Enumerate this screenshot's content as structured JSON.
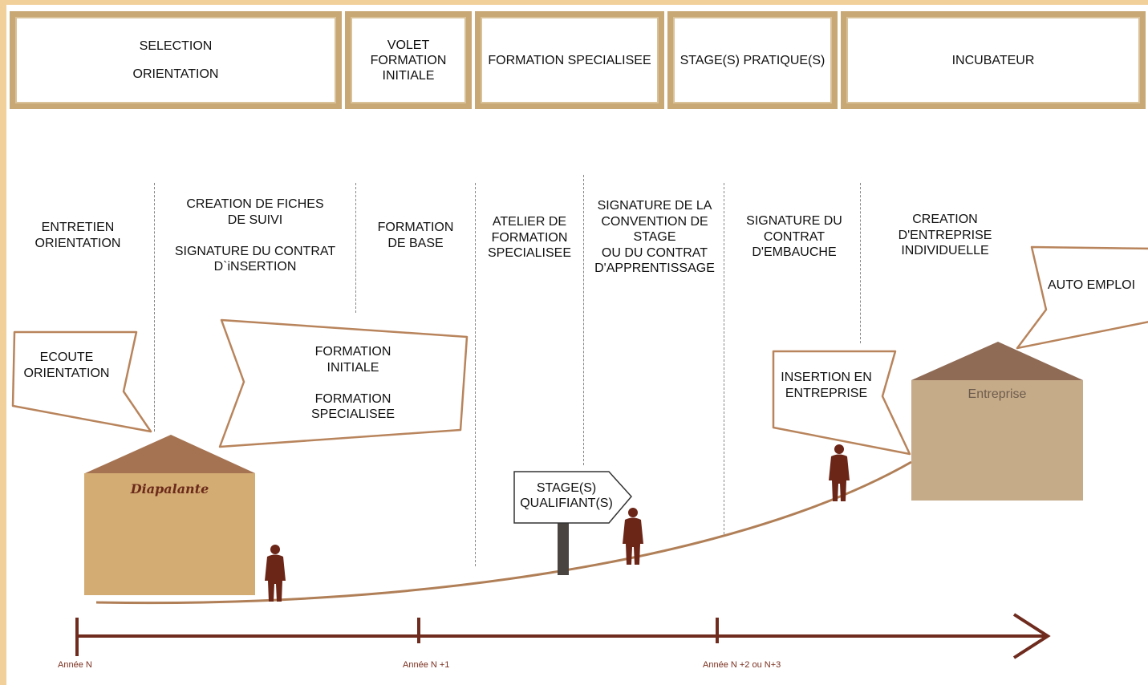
{
  "phases": [
    {
      "lines": [
        "SELECTION",
        "ORIENTATION"
      ]
    },
    {
      "lines": [
        "VOLET",
        "FORMATION",
        "INITIALE"
      ]
    },
    {
      "lines": [
        "FORMATION SPECIALISEE"
      ]
    },
    {
      "lines": [
        "STAGE(S) PRATIQUE(S)"
      ]
    },
    {
      "lines": [
        "INCUBATEUR"
      ]
    }
  ],
  "steps": [
    "ENTRETIEN\nORIENTATION",
    "CREATION DE FICHES\nDE SUIVI\n\nSIGNATURE DU CONTRAT\nD`iNSERTION",
    "FORMATION\nDE BASE",
    "ATELIER DE\nFORMATION\nSPECIALISEE",
    "SIGNATURE DE LA\nCONVENTION DE\nSTAGE\nOU DU CONTRAT\nD'APPRENTISSAGE",
    "SIGNATURE DU\nCONTRAT\nD'EMBAUCHE",
    "CREATION\nD'ENTREPRISE\nINDIVIDUELLE"
  ],
  "callouts": {
    "ecoute": "ECOUTE\nORIENTATION",
    "formation": "FORMATION\nINITIALE\n\nFORMATION\nSPECIALISEE",
    "insertion": "INSERTION EN\nENTREPRISE",
    "auto_emploi": "AUTO EMPLOI"
  },
  "buildings": {
    "diapalante": "Diapalante",
    "entreprise": "Entreprise"
  },
  "signpost": "STAGE(S)\nQUALIFIANT(S)",
  "timeline": {
    "labels": [
      "Année N",
      "Année N +1",
      "Année N +2 ou N+3"
    ]
  },
  "colors": {
    "page_border": "#f1d09a",
    "box_border": "#c8a874",
    "roof": "#a57352",
    "diapalante_wall": "#d3ac74",
    "entreprise_wall": "#c6ab89",
    "curve": "#b07f57",
    "axis": "#6e2b1e",
    "person": "#6b2618",
    "callout_stroke": "#b8845c"
  }
}
